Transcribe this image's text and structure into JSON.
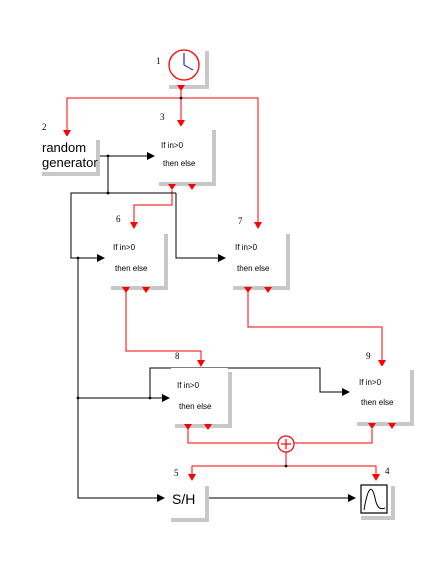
{
  "colors": {
    "event_link": "#ff0000",
    "regular_link": "#000000",
    "block_fill": "#ffffff",
    "block_shadow": "#c8c8c8"
  },
  "blocks": {
    "clock": {
      "number": "1",
      "icon": "clock-icon"
    },
    "random_gen": {
      "number": "2",
      "line1": "random",
      "line2": "generator"
    },
    "if3": {
      "number": "3",
      "line1": "If in>0",
      "line2": "then   else"
    },
    "if6": {
      "number": "6",
      "line1": "If in>0",
      "line2": "then   else"
    },
    "if7": {
      "number": "7",
      "line1": "If in>0",
      "line2": "then   else"
    },
    "if8": {
      "number": "8",
      "line1": "If in>0",
      "line2": "then   else"
    },
    "if9": {
      "number": "9",
      "line1": "If in>0",
      "line2": "then   else"
    },
    "sample_hold": {
      "number": "5",
      "label": "S/H"
    },
    "scope": {
      "number": "4",
      "icon": "scope-icon"
    },
    "event_sum": {
      "symbol": "+"
    }
  }
}
